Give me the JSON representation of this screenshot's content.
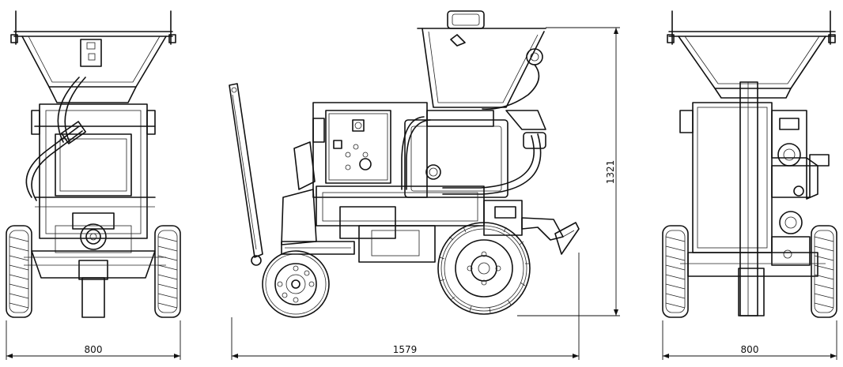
{
  "dimensions": {
    "front_width": "800",
    "side_length": "1579",
    "side_height": "1321",
    "rear_width": "800"
  }
}
